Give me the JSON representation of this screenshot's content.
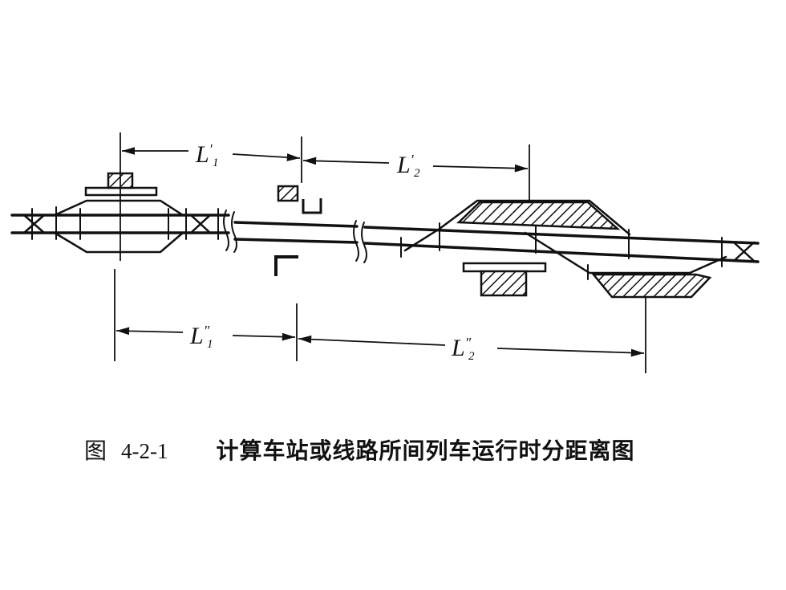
{
  "diagram": {
    "labels": {
      "l1_prime": {
        "main": "L",
        "mark": "′",
        "sub": "1"
      },
      "l2_prime": {
        "main": "L",
        "mark": "′",
        "sub": "2"
      },
      "l1_dprime": {
        "main": "L",
        "mark": "″",
        "sub": "1"
      },
      "l2_dprime": {
        "main": "L",
        "mark": "″",
        "sub": "2"
      }
    }
  },
  "caption": {
    "prefix": "图",
    "number": "4-2-1",
    "text": "计算车站或线路所间列车运行时分距离图"
  }
}
